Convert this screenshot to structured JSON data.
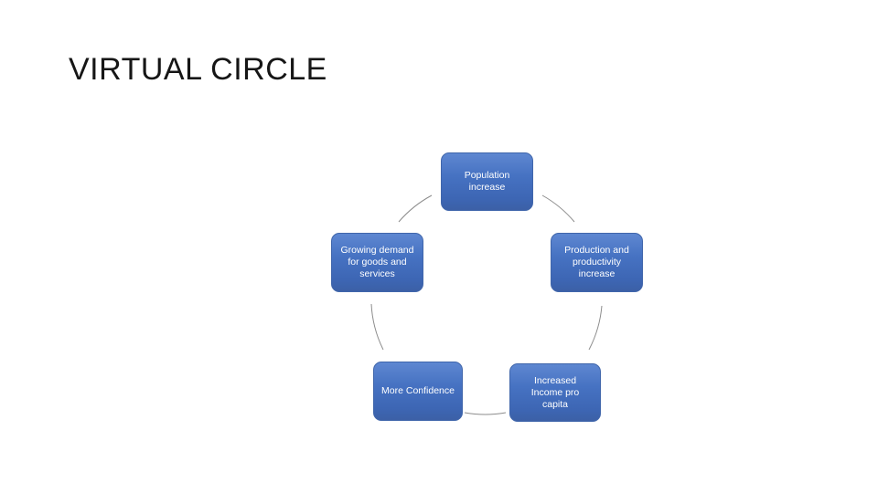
{
  "slide": {
    "title": "VIRTUAL CIRCLE",
    "background_color": "#ffffff",
    "title_color": "#161616"
  },
  "diagram": {
    "type": "cycle",
    "node_fill_top": "#5e87d1",
    "node_fill_bottom": "#3c60a6",
    "node_border_color": "#4066ab",
    "node_text_color": "#ffffff",
    "connector_color": "#8c8c8c",
    "nodes": [
      {
        "id": "population",
        "label": "Population\nincrease"
      },
      {
        "id": "production",
        "label": "Production and\nproductivity\nincrease"
      },
      {
        "id": "income",
        "label": "Increased\nIncome pro\ncapita"
      },
      {
        "id": "confidence",
        "label": "More Confidence"
      },
      {
        "id": "demand",
        "label": "Growing demand\nfor goods and\nservices"
      }
    ]
  }
}
